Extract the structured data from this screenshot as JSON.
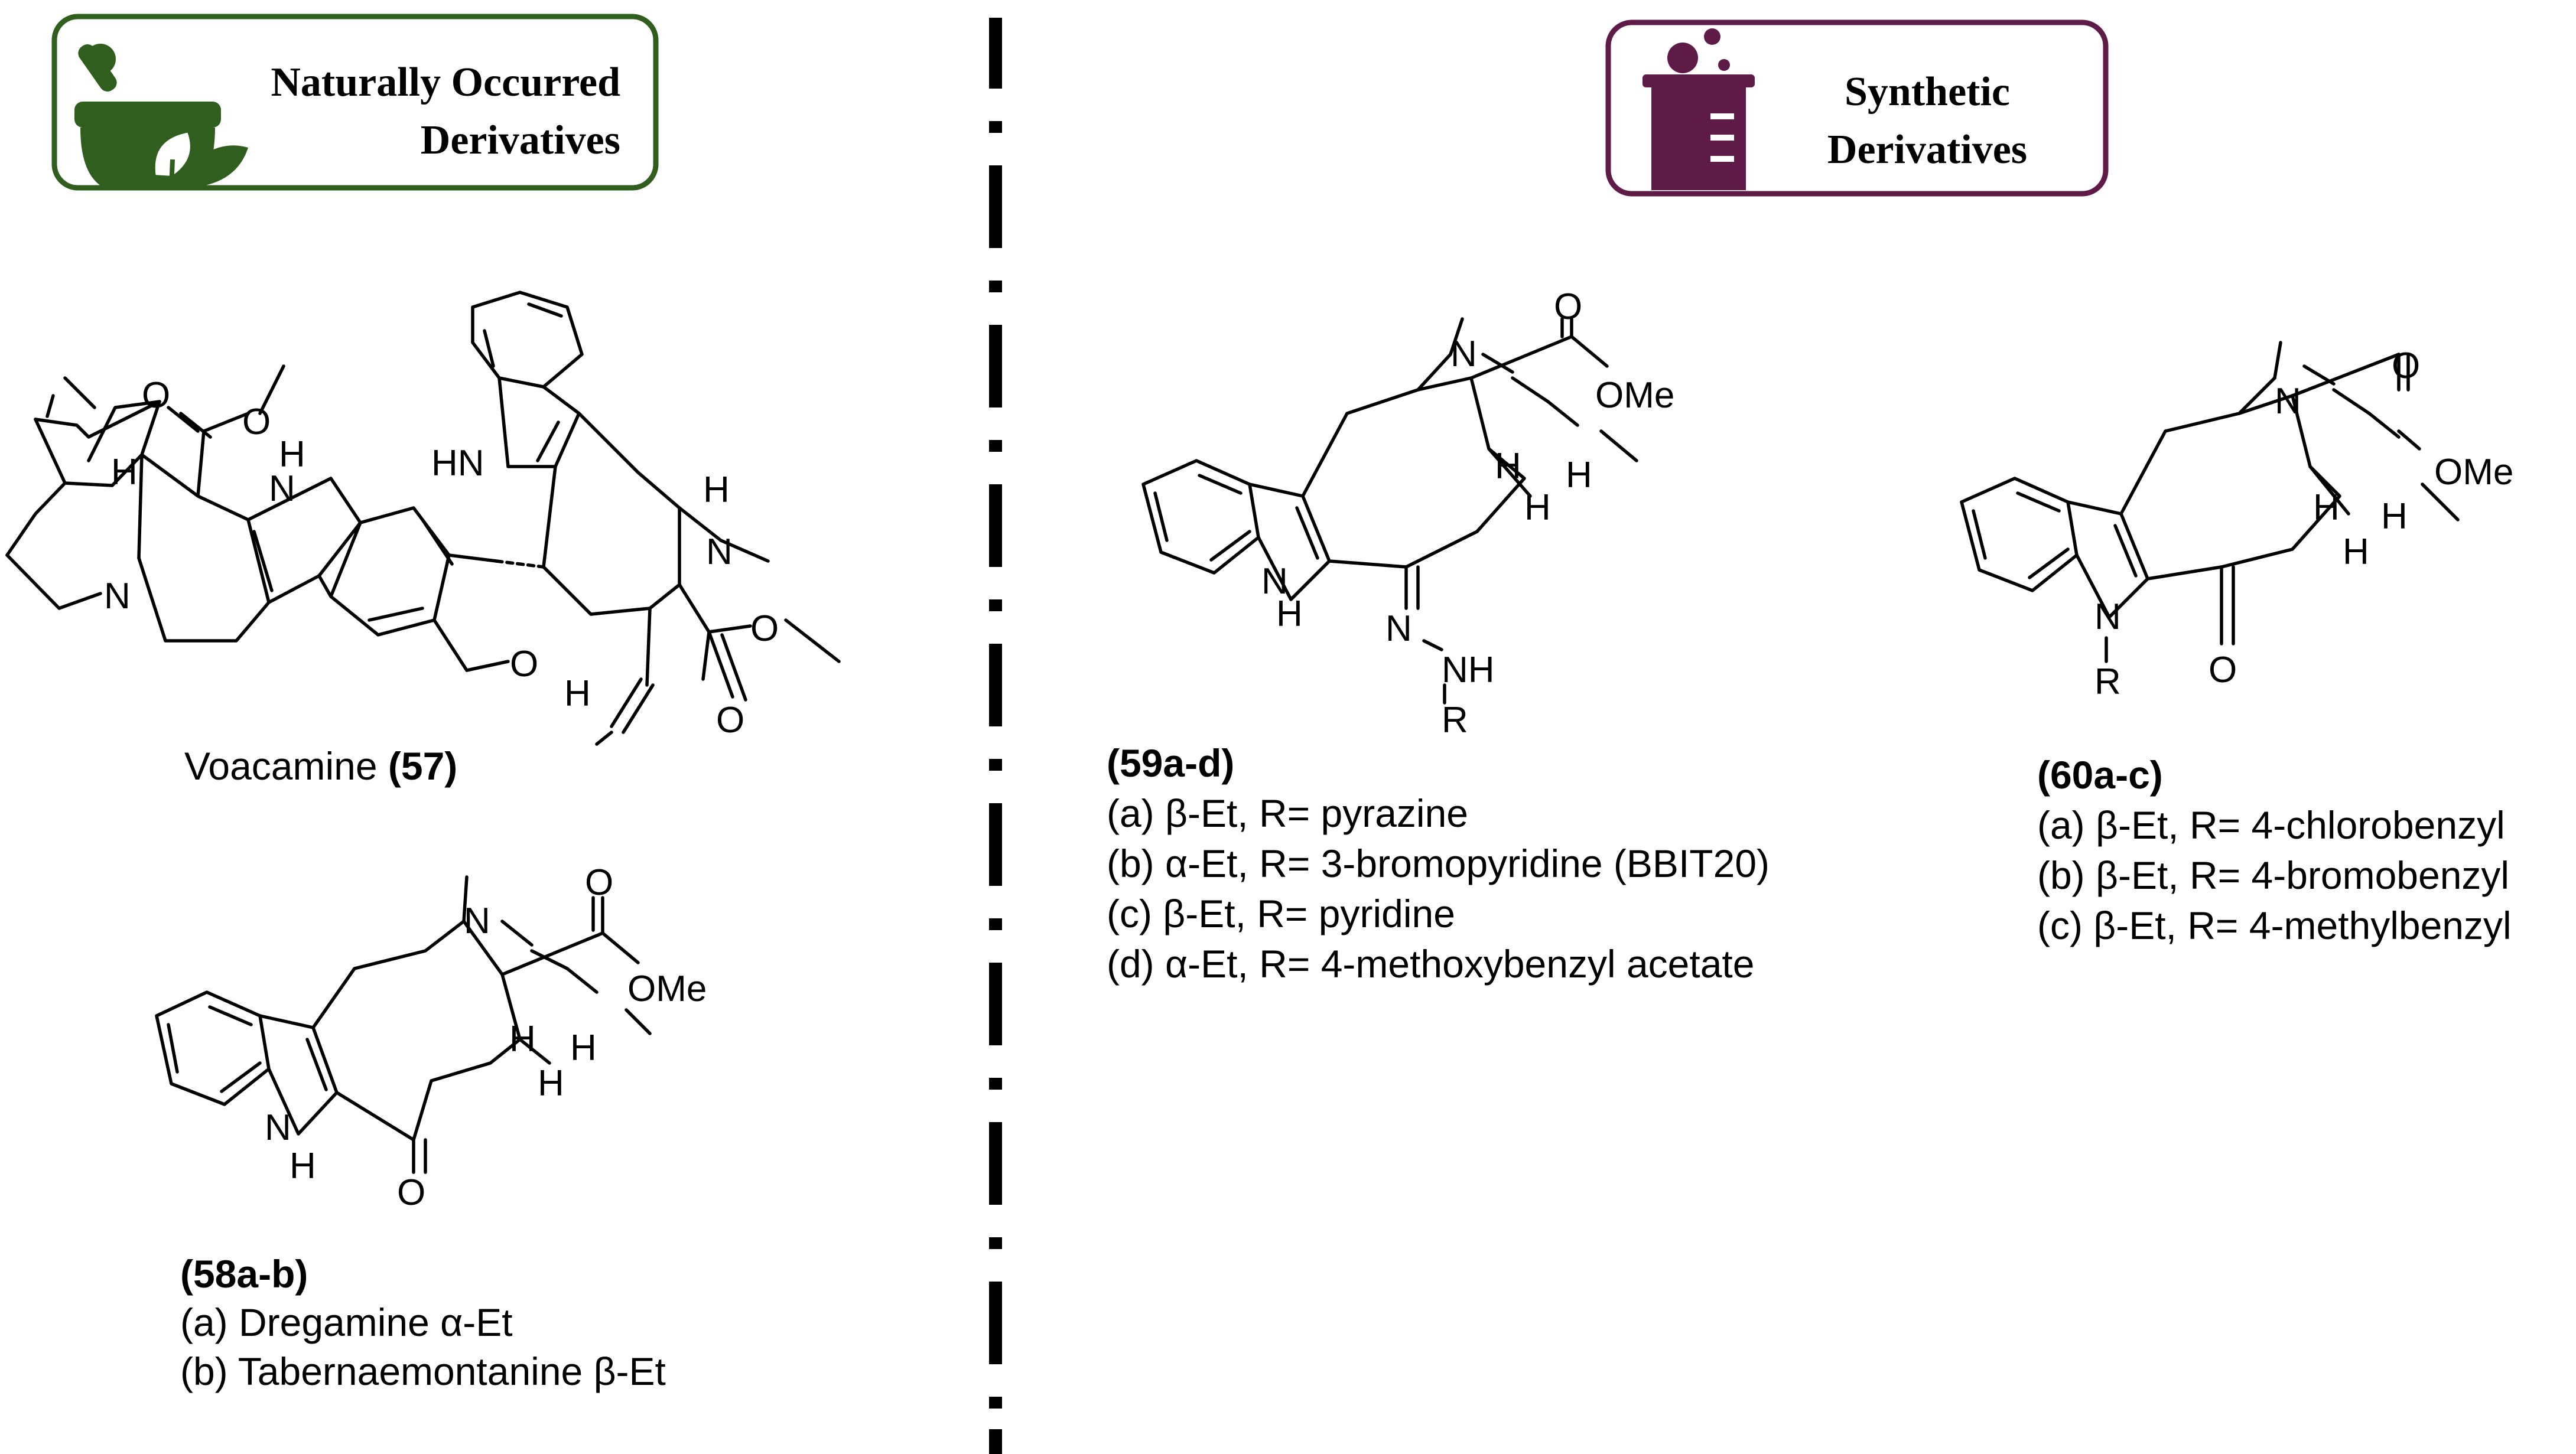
{
  "headers": {
    "natural_line1": "Naturally Occurred",
    "natural_line2": "Derivatives",
    "synthetic_line1": "Synthetic",
    "synthetic_line2": "Derivatives"
  },
  "colors": {
    "natural": "#2f5e1e",
    "synthetic": "#5e1b48",
    "divider": "#000000"
  },
  "icons": {
    "natural": "mortar-pestle-leaf-icon",
    "synthetic": "beaker-icon"
  },
  "compound57": {
    "name": "Voacamine ",
    "number": "(57)"
  },
  "compound58": {
    "label": "(58a-b)",
    "items": [
      "(a) Dregamine α-Et",
      "(b) Tabernaemontanine β-Et"
    ]
  },
  "compound59": {
    "label": "(59a-d)",
    "items": [
      "(a) β-Et, R= pyrazine",
      "(b) α-Et, R= 3-bromopyridine (BBIT20)",
      "(c) β-Et, R= pyridine",
      "(d) α-Et, R= 4-methoxybenzyl acetate"
    ]
  },
  "compound60": {
    "label": "(60a-c)",
    "items": [
      "(a) β-Et, R= 4-chlorobenzyl",
      "(b) β-Et, R= 4-bromobenzyl",
      "(c) β-Et, R= 4-methylbenzyl"
    ]
  },
  "atoms": {
    "H": "H",
    "N": "N",
    "NH": "NH",
    "HN": "HN",
    "O": "O",
    "OMe": "OMe",
    "R": "R"
  }
}
